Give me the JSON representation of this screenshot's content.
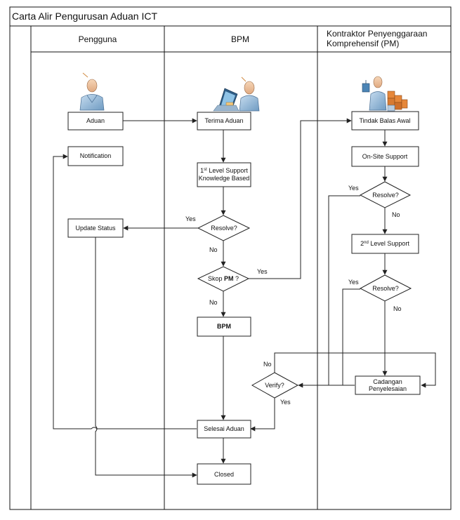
{
  "title": "Carta Alir Pengurusan Aduan ICT",
  "lanes": {
    "pengguna": "Pengguna",
    "bpm": "BPM",
    "pm_line1": "Kontraktor Penyenggaraan",
    "pm_line2": "Komprehensif (PM)"
  },
  "nodes": {
    "aduan": "Aduan",
    "notification": "Notification",
    "update_status": "Update Status",
    "terima_aduan": "Terima Aduan",
    "level1_a": "1",
    "level1_sup": "st",
    "level1_b": " Level Support",
    "level1_line2": "Knowledge Based",
    "resolve_bpm": "Resolve?",
    "skop_a": "Skop ",
    "skop_b": "PM",
    "skop_c": " ?",
    "bpm_box": "BPM",
    "selesai": "Selesai Aduan",
    "closed": "Closed",
    "verify": "Verify?",
    "tindak": "Tindak Balas Awal",
    "onsite": "On-Site Support",
    "resolve_pm1": "Resolve?",
    "level2_a": "2",
    "level2_sup": "nd",
    "level2_b": " Level Support",
    "resolve_pm2": "Resolve?",
    "cadangan_line1": "Cadangan",
    "cadangan_line2": "Penyelesaian"
  },
  "edge_labels": {
    "yes_resolve_bpm": "Yes",
    "no_resolve_bpm": "No",
    "yes_skop": "Yes",
    "no_skop": "No",
    "yes_resolve_pm1": "Yes",
    "no_resolve_pm1": "No",
    "yes_resolve_pm2": "Yes",
    "no_resolve_pm2": "No",
    "no_verify": "No",
    "yes_verify": "Yes"
  },
  "icons": {
    "pengguna": "user-person-icon",
    "bpm": "computer-operator-icon",
    "pm": "technician-with-equipment-icon"
  }
}
